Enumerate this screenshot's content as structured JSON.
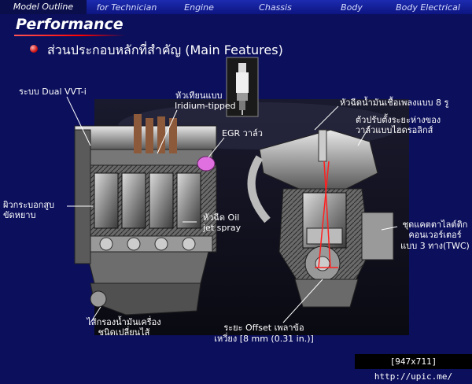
{
  "nav": {
    "items": [
      {
        "label": "Model Outline",
        "active": true
      },
      {
        "label": "for Technician",
        "active": false
      },
      {
        "label": "Engine",
        "active": false
      },
      {
        "label": "Chassis",
        "active": false
      },
      {
        "label": "Body",
        "active": false
      },
      {
        "label": "Body Electrical",
        "active": false
      }
    ]
  },
  "page": {
    "title": "Performance",
    "subtitle": "ส่วนประกอบหลักที่สำคัญ (Main Features)"
  },
  "labels": {
    "dual_vvti": "ระบบ Dual VVT-i",
    "spark_plug_line1": "หัวเทียนแบบ",
    "spark_plug_line2": "Iridium-tipped",
    "egr": "EGR วาล์ว",
    "injector": "หัวฉีดน้ำมันเชื้อเพลงแบบ 8 รู",
    "lash_adj_line1": "ตัวปรับตั้งระยะห่างของ",
    "lash_adj_line2": "วาล์วแบบไฮดรอลิกส์",
    "cylinder_line1": "ผิวกระบอกสูบ",
    "cylinder_line2": "ขัดหยาบ",
    "oil_jet_line1": "หัวฉีด Oil",
    "oil_jet_line2": "jet spray",
    "catalyst_line1": "ชุดแคตตาไลต์ติก",
    "catalyst_line2": "คอนเวอร์เตอร์",
    "catalyst_line3": "แบบ 3 ทาง(TWC)",
    "oil_filter_line1": "ไส้กรองน้ำมันเครื่อง",
    "oil_filter_line2": "ชนิดเปลี่ยนไส้",
    "offset_line1": "ระยะ Offset เพลาข้อ",
    "offset_line2": "เหวี่ยง [8 mm (0.31 in.)]"
  },
  "watermark": "[947x711] http://upic.me/",
  "colors": {
    "background": "#0b0f5c",
    "nav": "#1c2bb0",
    "accent": "#ff2020",
    "egr": "#e070e0"
  }
}
